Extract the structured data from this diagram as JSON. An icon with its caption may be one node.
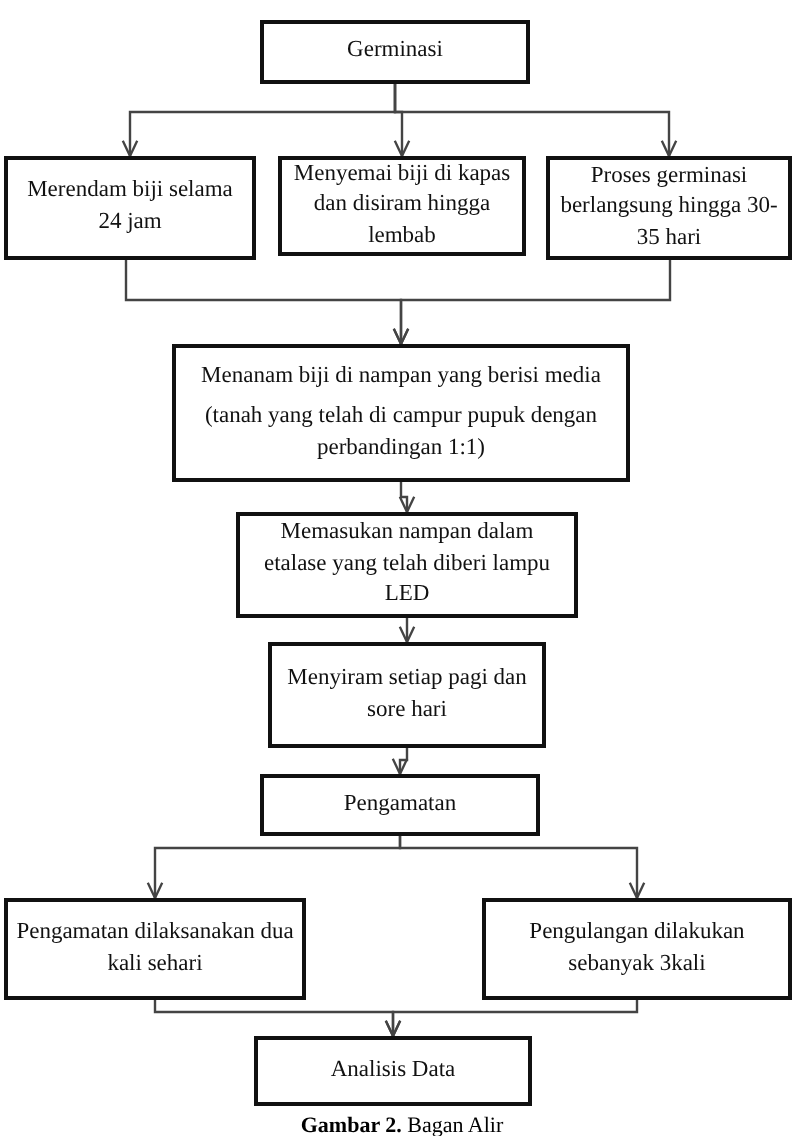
{
  "diagram": {
    "caption": "**Gambar 2.** Bagan Alir",
    "nodes": [
      {
        "text": [
          "Germinasi"
        ]
      },
      {
        "text": [
          "Merendam biji selama 24 jam"
        ]
      },
      {
        "text": [
          "Menyemai biji di kapas dan disiram hingga lembab"
        ]
      },
      {
        "text": [
          "Proses germinasi berlangsung hingga 30-35 hari"
        ]
      },
      {
        "text": [
          "Menanam biji di nampan yang berisi media",
          "(tanah yang telah di campur pupuk dengan perbandingan 1:1)"
        ]
      },
      {
        "text": [
          "Memasukan nampan dalam etalase yang telah diberi lampu LED"
        ]
      },
      {
        "text": [
          "Menyiram setiap pagi dan sore hari"
        ]
      },
      {
        "text": [
          "Pengamatan"
        ]
      },
      {
        "text": [
          "Pengamatan dilaksanakan dua kali sehari"
        ]
      },
      {
        "text": [
          "Pengulangan dilakukan sebanyak 3kali"
        ]
      },
      {
        "text": [
          "Analisis Data"
        ]
      }
    ],
    "edges": [
      {
        "from": 0,
        "to": 1,
        "arrow": "to"
      },
      {
        "from": 0,
        "to": 2,
        "arrow": "to"
      },
      {
        "from": 0,
        "to": 3,
        "arrow": "to"
      },
      {
        "from": 1,
        "to": 4,
        "arrow": "to"
      },
      {
        "from": 3,
        "to": 4,
        "arrow": "to"
      },
      {
        "from": 4,
        "to": 5,
        "arrow": "to"
      },
      {
        "from": 5,
        "to": 6,
        "arrow": "to"
      },
      {
        "from": 6,
        "to": 7,
        "arrow": "to"
      },
      {
        "from": 7,
        "to": 8,
        "arrow": "to"
      },
      {
        "from": 7,
        "to": 9,
        "arrow": "to"
      },
      {
        "from": 8,
        "to": 10,
        "arrow": "to"
      },
      {
        "from": 9,
        "to": 10,
        "arrow": "to"
      }
    ]
  }
}
